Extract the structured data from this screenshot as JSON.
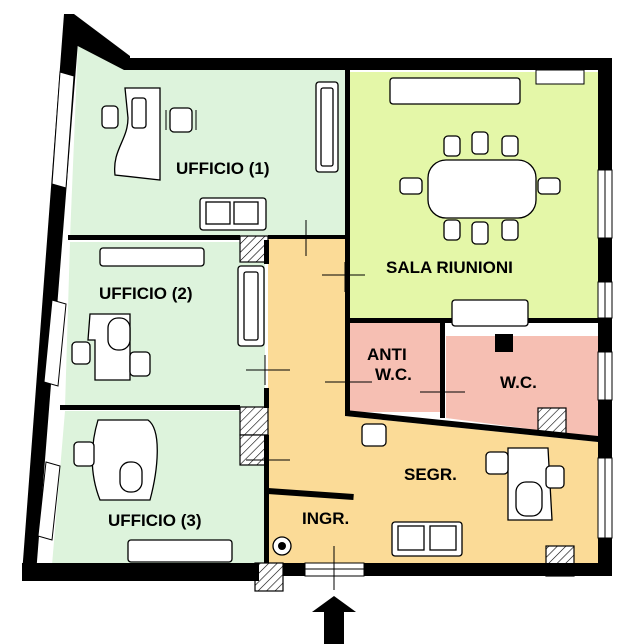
{
  "colors": {
    "office": "#ddf3dc",
    "meeting": "#e4f7a8",
    "corridor": "#fbdb97",
    "wc": "#f6bfb3",
    "wall": "#000000"
  },
  "rooms": {
    "office1": "UFFICIO (1)",
    "office2": "UFFICIO (2)",
    "office3": "UFFICIO (3)",
    "meeting": "SALA RIUNIONI",
    "anti_wc_line1": "ANTI",
    "anti_wc_line2": "W.C.",
    "wc": "W.C.",
    "secretary": "SEGR.",
    "entrance": "INGR."
  },
  "icons": [
    "entrance-arrow-icon",
    "desk-icon",
    "office-chair-icon",
    "sofa-icon",
    "meeting-table-icon",
    "shower-drain-icon"
  ]
}
